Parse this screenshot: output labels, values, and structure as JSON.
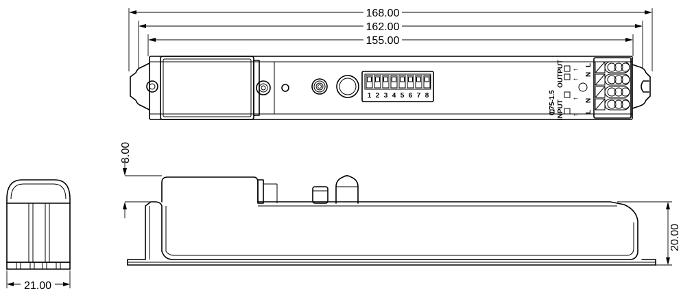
{
  "dimensions": {
    "overall_length": "168.00",
    "mounting_length": "162.00",
    "body_length": "155.00",
    "lid_height": "8.00",
    "body_height": "20.00",
    "width": "21.00"
  },
  "terminal_labels": {
    "wire_gauge": "0.75-1.5",
    "input": "INPUT",
    "output": "OUTPUT",
    "input_pins": [
      "L",
      "N"
    ],
    "output_pins": [
      "N",
      "L"
    ]
  },
  "dip_switch": {
    "positions": [
      "1",
      "2",
      "3",
      "4",
      "5",
      "6",
      "7",
      "8"
    ]
  }
}
